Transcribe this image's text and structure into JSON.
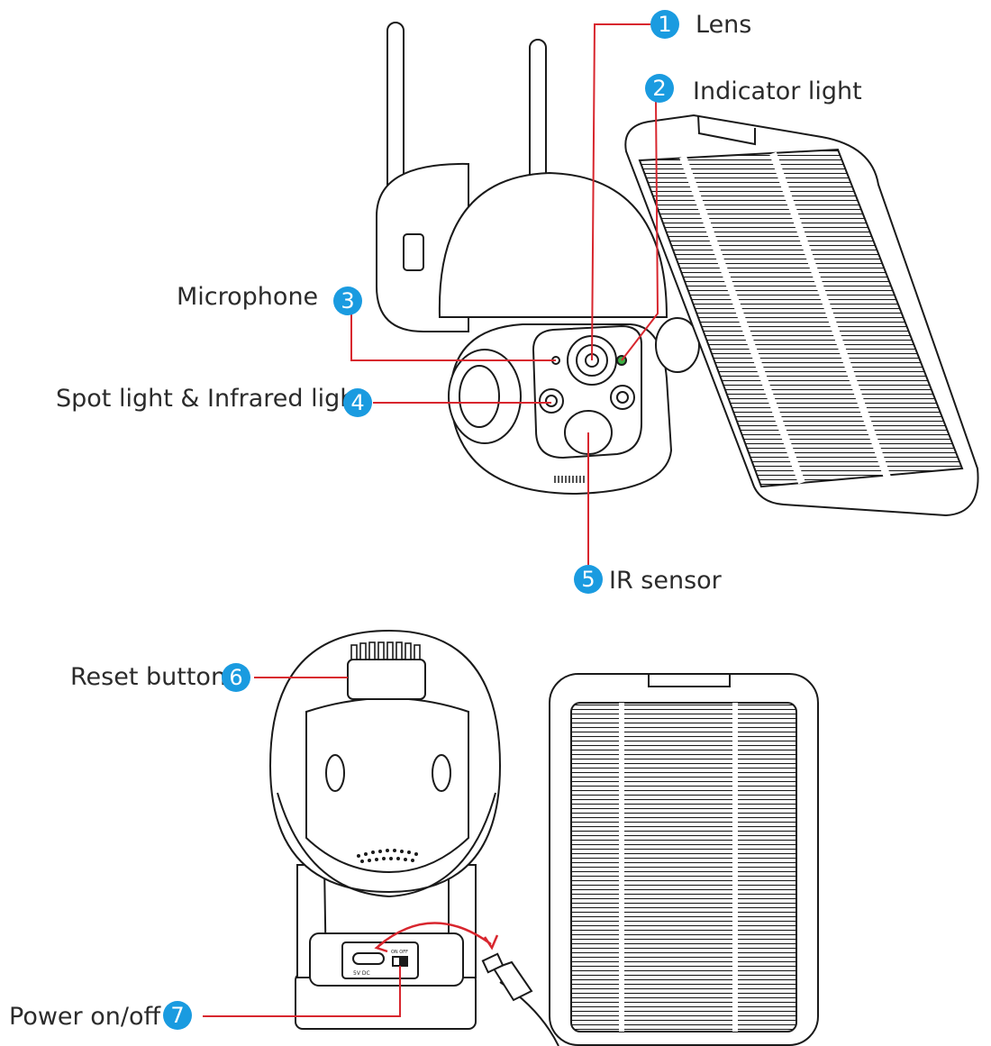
{
  "colors": {
    "callout_line": "#d8262e",
    "badge": "#1a9be0",
    "indicator_led": "#3cb043",
    "outline": "#1a1a1a"
  },
  "callouts": [
    {
      "number": "1",
      "label": "Lens"
    },
    {
      "number": "2",
      "label": "Indicator light"
    },
    {
      "number": "3",
      "label": "Microphone"
    },
    {
      "number": "4",
      "label": "Spot light & Infrared light"
    },
    {
      "number": "5",
      "label": "IR sensor"
    },
    {
      "number": "6",
      "label": "Reset button"
    },
    {
      "number": "7",
      "label": "Power on/off"
    }
  ],
  "port_labels": {
    "usb": "5V DC",
    "switch": "ON OFF"
  }
}
